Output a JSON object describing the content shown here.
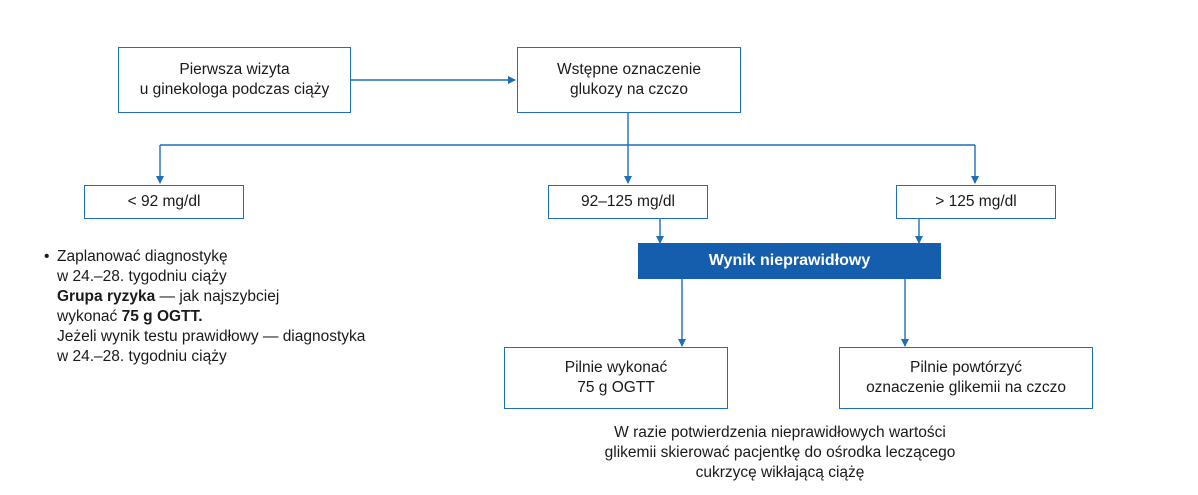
{
  "colors": {
    "border": "#1f6fb8",
    "arrow": "#1f6fb8",
    "banner_bg": "#155eae",
    "banner_text": "#ffffff"
  },
  "nodes": {
    "first_visit": [
      "Pierwsza wizyta",
      "u ginekologa podczas ciąży"
    ],
    "initial_glucose": [
      "Wstępne oznaczenie",
      "glukozy na czczo"
    ],
    "low": "< 92 mg/dl",
    "mid": "92–125 mg/dl",
    "high": "> 125 mg/dl",
    "abnormal": "Wynik nieprawidłowy",
    "ogtt": [
      "Pilnie wykonać",
      "75 g OGTT"
    ],
    "repeat": [
      "Pilnie powtórzyć",
      "oznaczenie glikemii na czczo"
    ]
  },
  "low_note": {
    "bullet": "•",
    "line1": "Zaplanować diagnostykę",
    "line2": "w 24.–28. tygodniu ciąży",
    "line3_bold": "Grupa ryzyka",
    "line3_rest": " — jak najszybciej",
    "line4_pre": "wykonać ",
    "line4_bold": "75 g OGTT.",
    "line5": "Jeżeli wynik testu prawidłowy — diagnostyka",
    "line6": "w 24.–28. tygodniu ciąży"
  },
  "footnote": [
    "W razie potwierdzenia nieprawidłowych wartości",
    "glikemii skierować pacjentkę do ośrodka leczącego",
    "cukrzycę wikłającą ciążę"
  ]
}
